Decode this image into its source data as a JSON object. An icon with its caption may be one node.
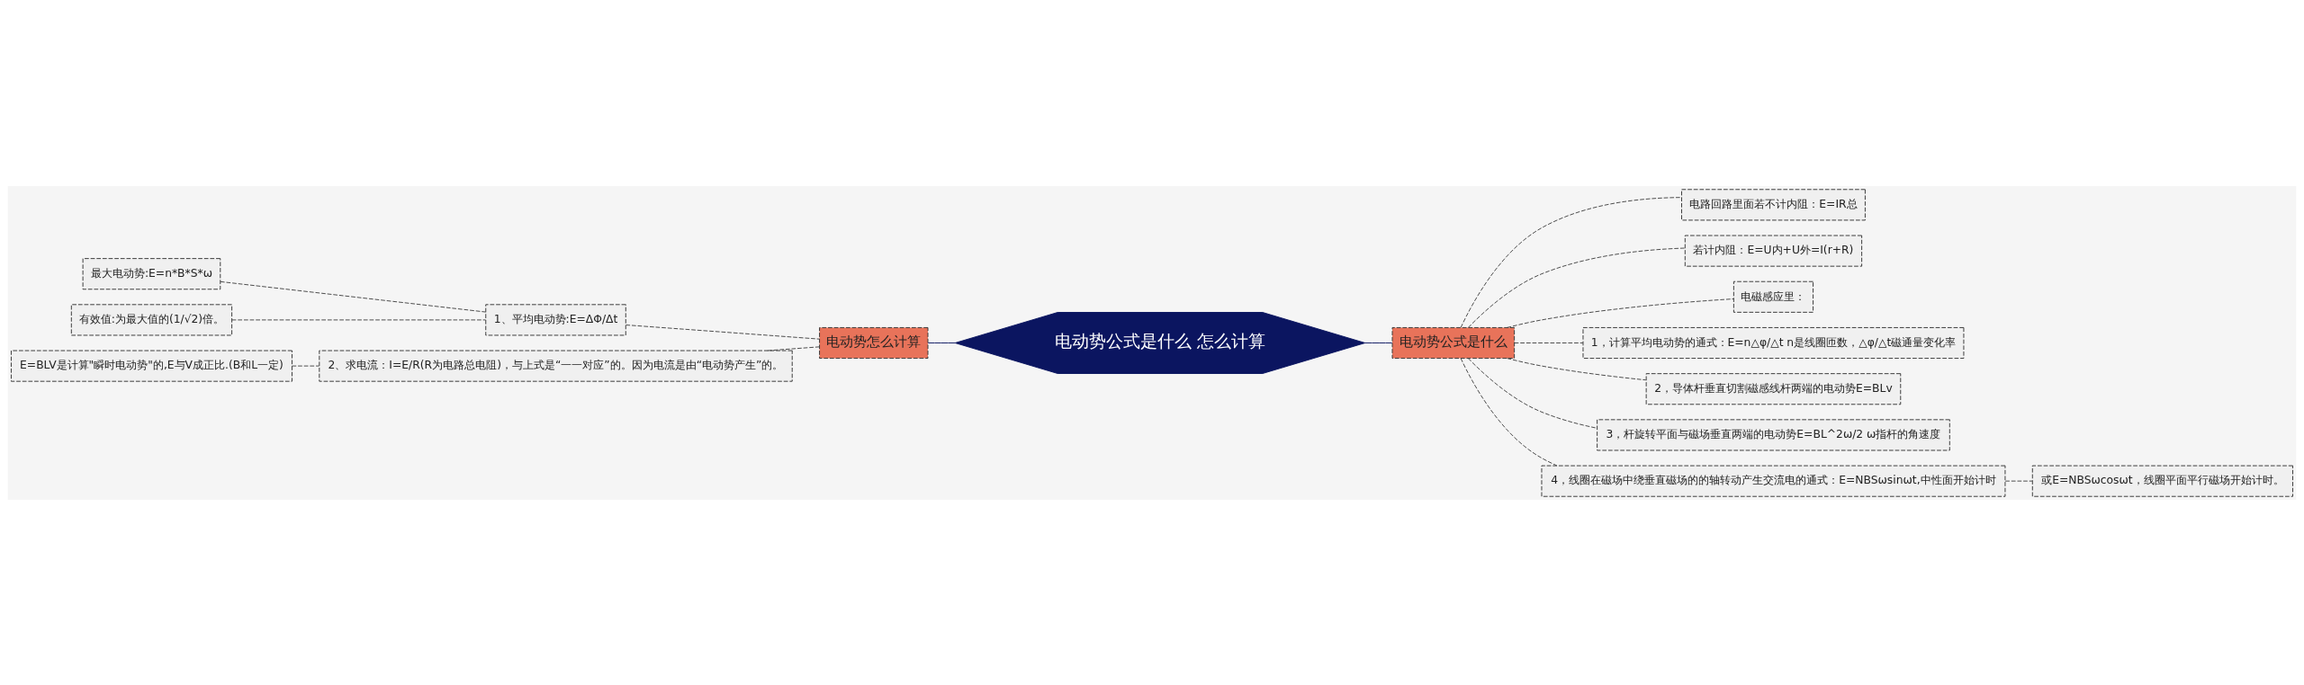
{
  "diagram": {
    "nodes": [
      {
        "text": [
          "电动势公式是什么 怎么计算"
        ]
      },
      {
        "text": [
          "电动势怎么计算"
        ]
      },
      {
        "text": [
          "1、平均电动势:E=ΔΦ/Δt"
        ]
      },
      {
        "text": [
          "最大电动势:E=n*B*S*ω"
        ]
      },
      {
        "text": [
          "有效值:为最大值的(1/√2)倍。"
        ]
      },
      {
        "text": [
          "2、求电流：I=E/R(R为电路总电阻)，与上式是“一一对应”的。因为电流是由“电动势产生”的。"
        ]
      },
      {
        "text": [
          "E=BLV是计算\"瞬时电动势\"的,E与V成正比.(B和L一定)"
        ]
      },
      {
        "text": [
          "电动势公式是什么"
        ]
      },
      {
        "text": [
          "电路回路里面若不计内阻：E=IR总"
        ]
      },
      {
        "text": [
          "若计内阻：E=U内+U外=I(r+R)"
        ]
      },
      {
        "text": [
          "电磁感应里："
        ]
      },
      {
        "text": [
          "1，计算平均电动势的通式：E=n△φ/△t n是线圈匝数，△φ/△t磁通量变化率"
        ]
      },
      {
        "text": [
          "2，导体杆垂直切割磁感线杆两端的电动势E=BLv"
        ]
      },
      {
        "text": [
          "3，杆旋转平面与磁场垂直两端的电动势E=BL^2ω/2 ω指杆的角速度"
        ]
      },
      {
        "text": [
          "4，线圈在磁场中绕垂直磁场的的轴转动产生交流电的通式：E=NBSωsinωt,中性面开始计时"
        ]
      },
      {
        "text": [
          "或E=NBSωcosωt，线圈平面平行磁场开始计时。"
        ]
      }
    ],
    "edges": [
      {
        "from": 0,
        "to": 1,
        "arrow": "none",
        "color": "#0b1560"
      },
      {
        "from": 1,
        "to": 2,
        "arrow": "none",
        "style": "dashed"
      },
      {
        "from": 2,
        "to": 3,
        "arrow": "none",
        "style": "dashed"
      },
      {
        "from": 2,
        "to": 4,
        "arrow": "none",
        "style": "dashed"
      },
      {
        "from": 1,
        "to": 5,
        "arrow": "none",
        "style": "dashed"
      },
      {
        "from": 5,
        "to": 6,
        "arrow": "none",
        "style": "dashed"
      },
      {
        "from": 0,
        "to": 7,
        "arrow": "none",
        "color": "#0b1560"
      },
      {
        "from": 7,
        "to": 8,
        "arrow": "none",
        "style": "dashed"
      },
      {
        "from": 7,
        "to": 9,
        "arrow": "none",
        "style": "dashed"
      },
      {
        "from": 7,
        "to": 10,
        "arrow": "none",
        "style": "dashed"
      },
      {
        "from": 7,
        "to": 11,
        "arrow": "none",
        "style": "dashed"
      },
      {
        "from": 7,
        "to": 12,
        "arrow": "none",
        "style": "dashed"
      },
      {
        "from": 7,
        "to": 13,
        "arrow": "none",
        "style": "dashed"
      },
      {
        "from": 7,
        "to": 14,
        "arrow": "none",
        "style": "dashed"
      },
      {
        "from": 14,
        "to": 15,
        "arrow": "none",
        "style": "dashed"
      }
    ]
  }
}
